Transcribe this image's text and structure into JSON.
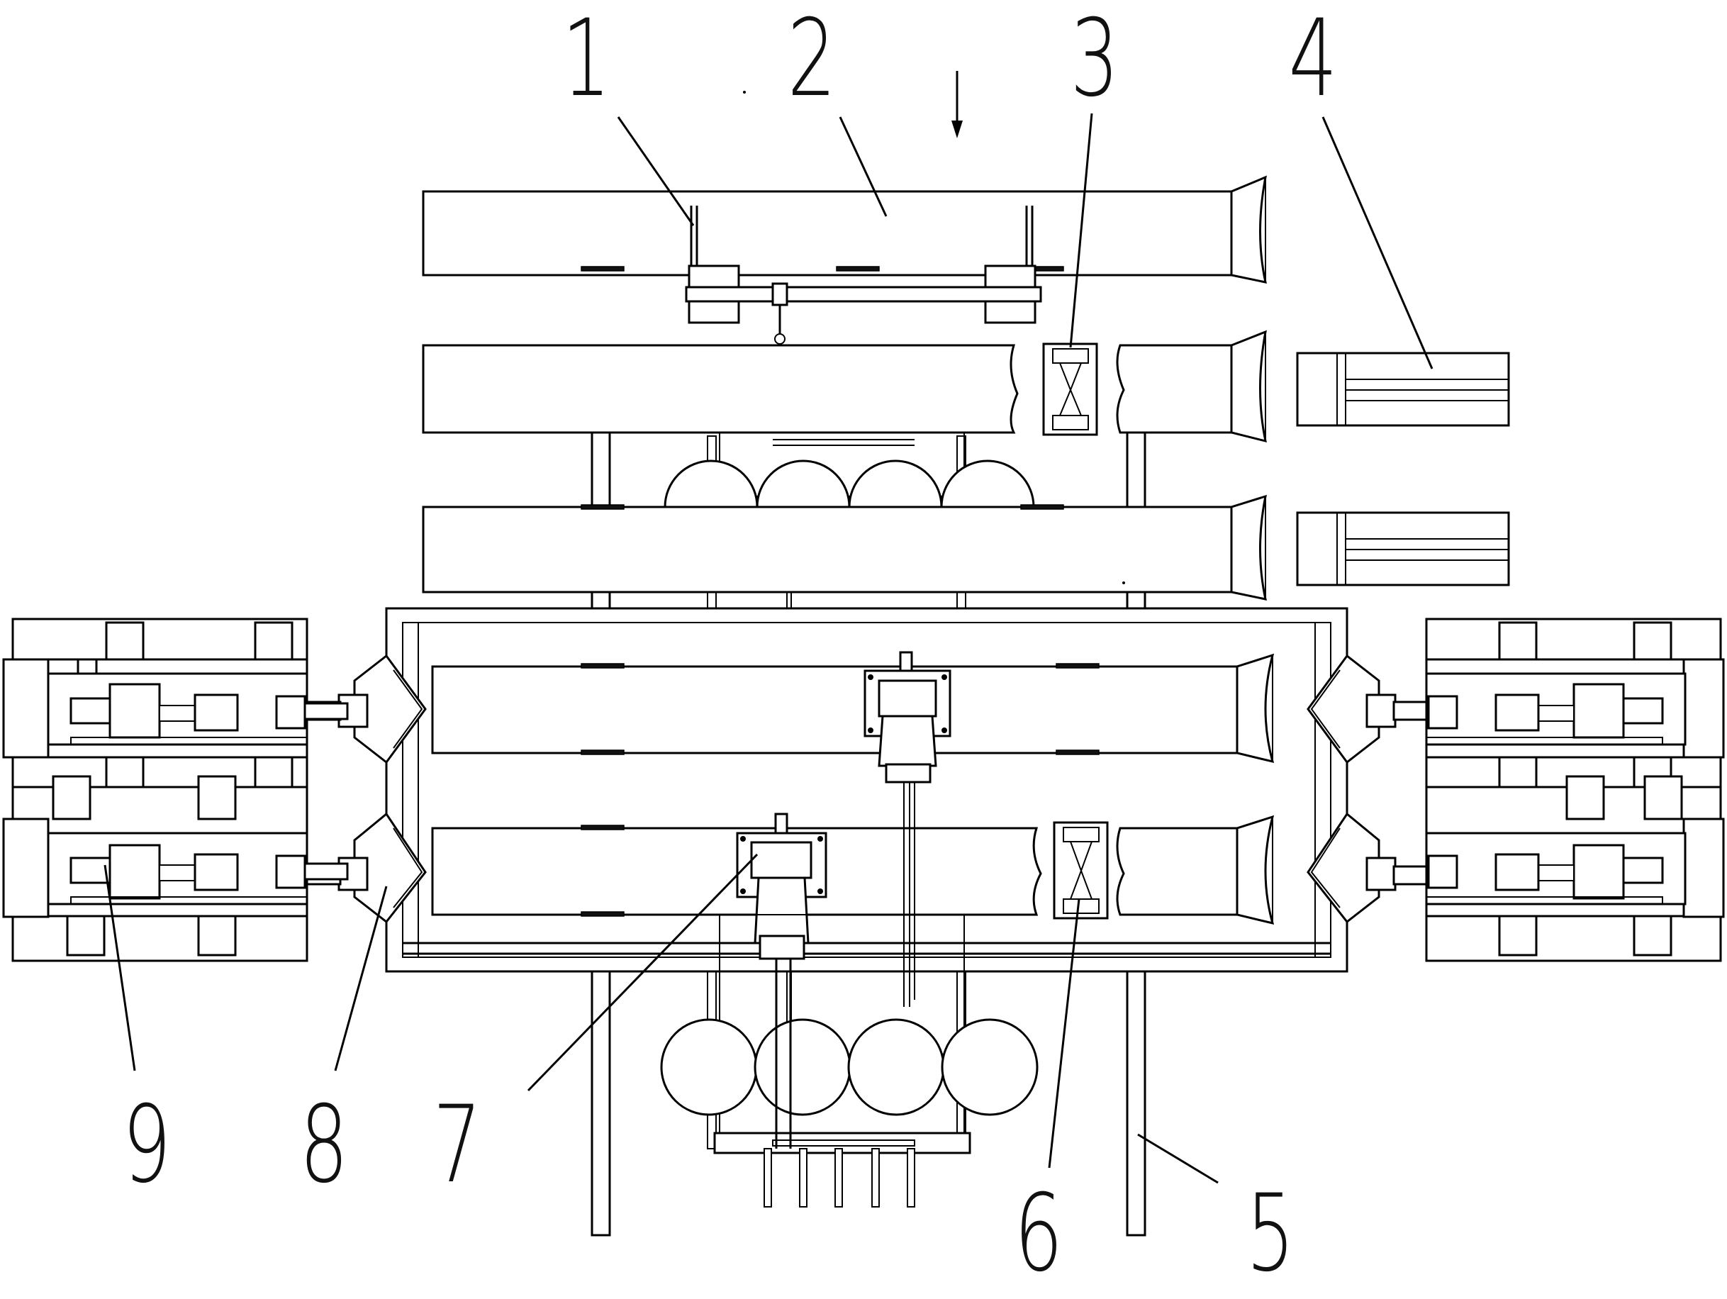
{
  "labels": [
    "1",
    "2",
    "3",
    "4",
    "5",
    "6",
    "7",
    "8",
    "9"
  ]
}
